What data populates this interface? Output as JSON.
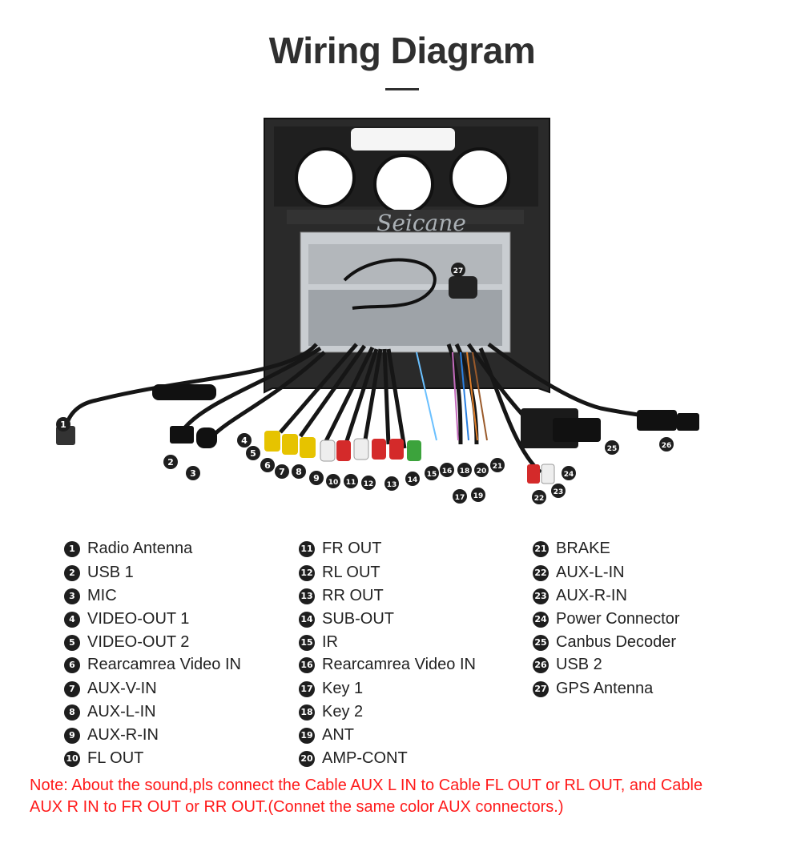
{
  "header": {
    "title": "Wiring Diagram"
  },
  "figure": {
    "brand_watermark": "Seicane",
    "callout_numbers": [
      "1",
      "2",
      "3",
      "4",
      "5",
      "6",
      "7",
      "8",
      "9",
      "10",
      "11",
      "12",
      "13",
      "14",
      "15",
      "16",
      "17",
      "18",
      "19",
      "20",
      "21",
      "22",
      "23",
      "24",
      "25",
      "26",
      "27"
    ]
  },
  "legend": {
    "col1": [
      {
        "num": "1",
        "label": "Radio Antenna"
      },
      {
        "num": "2",
        "label": "USB 1"
      },
      {
        "num": "3",
        "label": "MIC"
      },
      {
        "num": "4",
        "label": "VIDEO-OUT 1"
      },
      {
        "num": "5",
        "label": "VIDEO-OUT 2"
      },
      {
        "num": "6",
        "label": "Rearcamrea Video IN"
      },
      {
        "num": "7",
        "label": "AUX-V-IN"
      },
      {
        "num": "8",
        "label": "AUX-L-IN"
      },
      {
        "num": "9",
        "label": "AUX-R-IN"
      },
      {
        "num": "10",
        "label": "FL OUT"
      }
    ],
    "col2": [
      {
        "num": "11",
        "label": "FR OUT"
      },
      {
        "num": "12",
        "label": "RL OUT"
      },
      {
        "num": "13",
        "label": "RR OUT"
      },
      {
        "num": "14",
        "label": "SUB-OUT"
      },
      {
        "num": "15",
        "label": "IR"
      },
      {
        "num": "16",
        "label": "Rearcamrea Video IN"
      },
      {
        "num": "17",
        "label": "Key 1"
      },
      {
        "num": "18",
        "label": "Key 2"
      },
      {
        "num": "19",
        "label": "ANT"
      },
      {
        "num": "20",
        "label": "AMP-CONT"
      }
    ],
    "col3": [
      {
        "num": "21",
        "label": "BRAKE"
      },
      {
        "num": "22",
        "label": "AUX-L-IN"
      },
      {
        "num": "23",
        "label": "AUX-R-IN"
      },
      {
        "num": "24",
        "label": "Power Connector"
      },
      {
        "num": "25",
        "label": "Canbus Decoder"
      },
      {
        "num": "26",
        "label": "USB 2"
      },
      {
        "num": "27",
        "label": "GPS Antenna"
      }
    ]
  },
  "note": {
    "line1": "Note: About the sound,pls connect the Cable AUX L IN to Cable FL OUT or RL OUT, and Cable",
    "line2": "AUX R IN to FR OUT or RR OUT.(Connet the same color AUX connectors.)"
  },
  "colors": {
    "note_red": "#ff1a1a",
    "title_dark": "#2f2f2f",
    "badge_black": "#1e1e1e"
  }
}
